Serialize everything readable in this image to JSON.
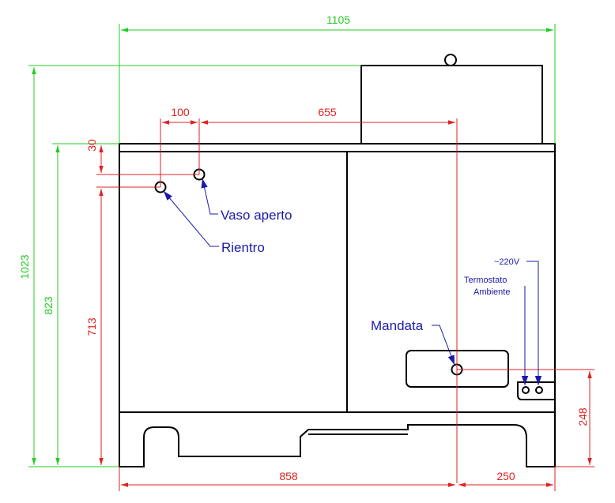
{
  "dimensions": {
    "total_width": "1105",
    "total_height": "1023",
    "body_height": "823",
    "return_height": "713",
    "top_offset": "30",
    "pipe_spacing": "100",
    "return_to_supply": "655",
    "supply_height": "248",
    "left_to_supply": "858",
    "supply_to_right": "250"
  },
  "labels": {
    "expansion_vessel": "Vaso aperto",
    "return": "Rientro",
    "supply": "Mandata",
    "thermostat_line1": "Termostato",
    "thermostat_line2": "Ambiente",
    "power": "~220V"
  },
  "colors": {
    "outline": "#000000",
    "green_dims": "#22cc22",
    "red_dims": "#e02020",
    "labels": "#1a1aaa"
  }
}
